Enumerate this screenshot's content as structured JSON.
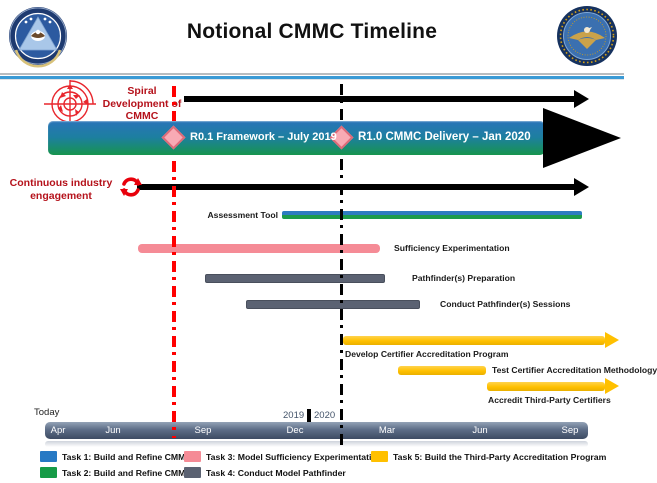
{
  "header": {
    "title": "Notional CMMC Timeline",
    "left_seal": "office-of-the-under-secretary-of-defense-acquisition-and-sustainment-seal",
    "right_seal": "department-of-defense-seal"
  },
  "labels": {
    "spiral": "Spiral Development of CMMC",
    "engagement": "Continuous industry engagement",
    "today": "Today",
    "year_left": "2019",
    "year_right": "2020"
  },
  "milestones": {
    "r01": "R0.1 Framework – July 2019",
    "r10": "R1.0 CMMC Delivery  – Jan 2020"
  },
  "bars": [
    {
      "label": "Assessment Tool"
    },
    {
      "label": "Sufficiency Experimentation"
    },
    {
      "label": "Pathfinder(s) Preparation"
    },
    {
      "label": "Conduct Pathfinder(s) Sessions"
    },
    {
      "label": "Develop Certifier Accreditation Program"
    },
    {
      "label": "Test Certifier Accreditation Methodology"
    },
    {
      "label": "Accredit Third-Party Certifiers"
    }
  ],
  "axis": {
    "months": [
      "Apr",
      "Jun",
      "Sep",
      "Dec",
      "Mar",
      "Jun",
      "Sep"
    ]
  },
  "legend": {
    "items": [
      {
        "label": "Task 1: Build and Refine CMMC",
        "color": "#2779c4"
      },
      {
        "label": "Task 2: Build and Refine CMMC",
        "color": "#169b47"
      },
      {
        "label": "Task 3: Model Sufficiency Experimentation",
        "color": "#f58b96"
      },
      {
        "label": "Task 4: Conduct Model Pathfinder",
        "color": "#5b6272"
      },
      {
        "label": "Task 5: Build the Third-Party Accreditation Program",
        "color": "#ffc000"
      }
    ]
  },
  "colors": {
    "accent_red": "#e8262d",
    "annotation_red": "#b5121b",
    "master_bar_top": "#2a74b8",
    "master_bar_bottom": "#17944e",
    "diamond_fill": "#f8aab4",
    "diamond_border": "#de6b79",
    "axis_slate": "#3d4b63",
    "divider_blue": "#3a9ad5",
    "yellow": "#ffc000"
  },
  "chart_data": {
    "type": "bar",
    "subtype": "gantt-timeline",
    "title": "Notional CMMC Timeline",
    "x_axis_ticks": [
      "Apr 2019",
      "Jun 2019",
      "Sep 2019",
      "Dec 2019",
      "Mar 2020",
      "Jun 2020",
      "Sep 2020"
    ],
    "today_marker": "Aug 2019",
    "year_boundary": "Dec 2019 / Jan 2020",
    "milestones": [
      {
        "label": "R0.1 Framework – July 2019",
        "date": "Jul 2019"
      },
      {
        "label": "R1.0 CMMC Delivery – Jan 2020",
        "date": "Jan 2020"
      }
    ],
    "series": [
      {
        "name": "CMMC build master track (Task 1/2, blue-green arrow)",
        "start": "Apr 2019",
        "end": "Sep 2020+",
        "ongoing": true
      },
      {
        "name": "Spiral Development of CMMC (black arrow)",
        "start": "Aug 2019",
        "end": "Sep 2020"
      },
      {
        "name": "Continuous industry engagement (black arrow)",
        "start": "Jun 2019",
        "end": "Sep 2020"
      },
      {
        "name": "Assessment Tool",
        "task": "Task 1/2",
        "start": "Nov 2019",
        "end": "Sep 2020"
      },
      {
        "name": "Sufficiency Experimentation",
        "task": "Task 3",
        "start": "Jun 2019",
        "end": "Feb 2020"
      },
      {
        "name": "Pathfinder(s) Preparation",
        "task": "Task 4",
        "start": "Sep 2019",
        "end": "Mar 2020"
      },
      {
        "name": "Conduct Pathfinder(s) Sessions",
        "task": "Task 4",
        "start": "Oct 2019",
        "end": "Apr 2020"
      },
      {
        "name": "Develop Certifier Accreditation Program",
        "task": "Task 5",
        "start": "Jan 2020",
        "end": "Sep 2020+",
        "ongoing": true
      },
      {
        "name": "Test Certifier Accreditation Methodology",
        "task": "Task 5",
        "start": "Mar 2020",
        "end": "Jun 2020"
      },
      {
        "name": "Accredit Third-Party Certifiers",
        "task": "Task 5",
        "start": "Jun 2020",
        "end": "Sep 2020+",
        "ongoing": true
      }
    ],
    "legend_position": "bottom"
  }
}
